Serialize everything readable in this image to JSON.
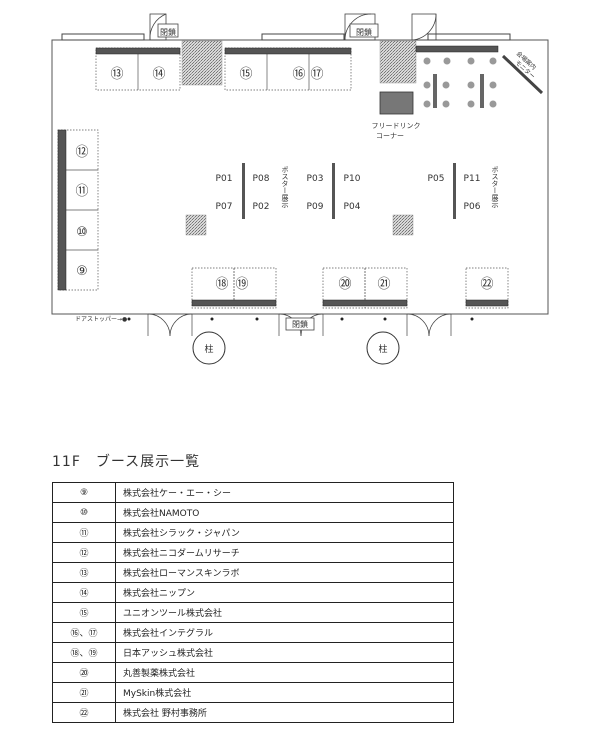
{
  "map": {
    "exits": [
      "閉鎖",
      "閉鎖",
      "閉鎖"
    ],
    "booths": [
      "⑬",
      "⑭",
      "⑮",
      "⑯",
      "⑰",
      "⑫",
      "⑪",
      "⑩",
      "⑨",
      "⑱",
      "⑲",
      "⑳",
      "㉑",
      "㉒"
    ],
    "posters": [
      "P01",
      "P08",
      "P07",
      "P02",
      "P03",
      "P10",
      "P09",
      "P04",
      "P05",
      "P11",
      "P06"
    ],
    "poster_label": "ポスター展示",
    "free_drink": [
      "フリードリンク",
      "コーナー"
    ],
    "monitor": [
      "会場案内",
      "モニター"
    ],
    "pillar": "柱",
    "door_stopper": "ドアストッパー→●"
  },
  "list": {
    "title": "11F　ブース展示一覧",
    "rows": [
      {
        "num": "⑨",
        "name": "株式会社ケー・エー・シー"
      },
      {
        "num": "⑩",
        "name": "株式会社NAMOTO"
      },
      {
        "num": "⑪",
        "name": "株式会社シラック・ジャパン"
      },
      {
        "num": "⑫",
        "name": "株式会社ニコダームリサーチ"
      },
      {
        "num": "⑬",
        "name": "株式会社ローマンスキンラボ"
      },
      {
        "num": "⑭",
        "name": "株式会社ニップン"
      },
      {
        "num": "⑮",
        "name": "ユニオンツール株式会社"
      },
      {
        "num": "⑯、⑰",
        "name": "株式会社インテグラル"
      },
      {
        "num": "⑱、⑲",
        "name": "日本アッシュ株式会社"
      },
      {
        "num": "⑳",
        "name": "丸善製薬株式会社"
      },
      {
        "num": "㉑",
        "name": "MySkin株式会社"
      },
      {
        "num": "㉒",
        "name": "株式会社 野村事務所"
      }
    ]
  }
}
